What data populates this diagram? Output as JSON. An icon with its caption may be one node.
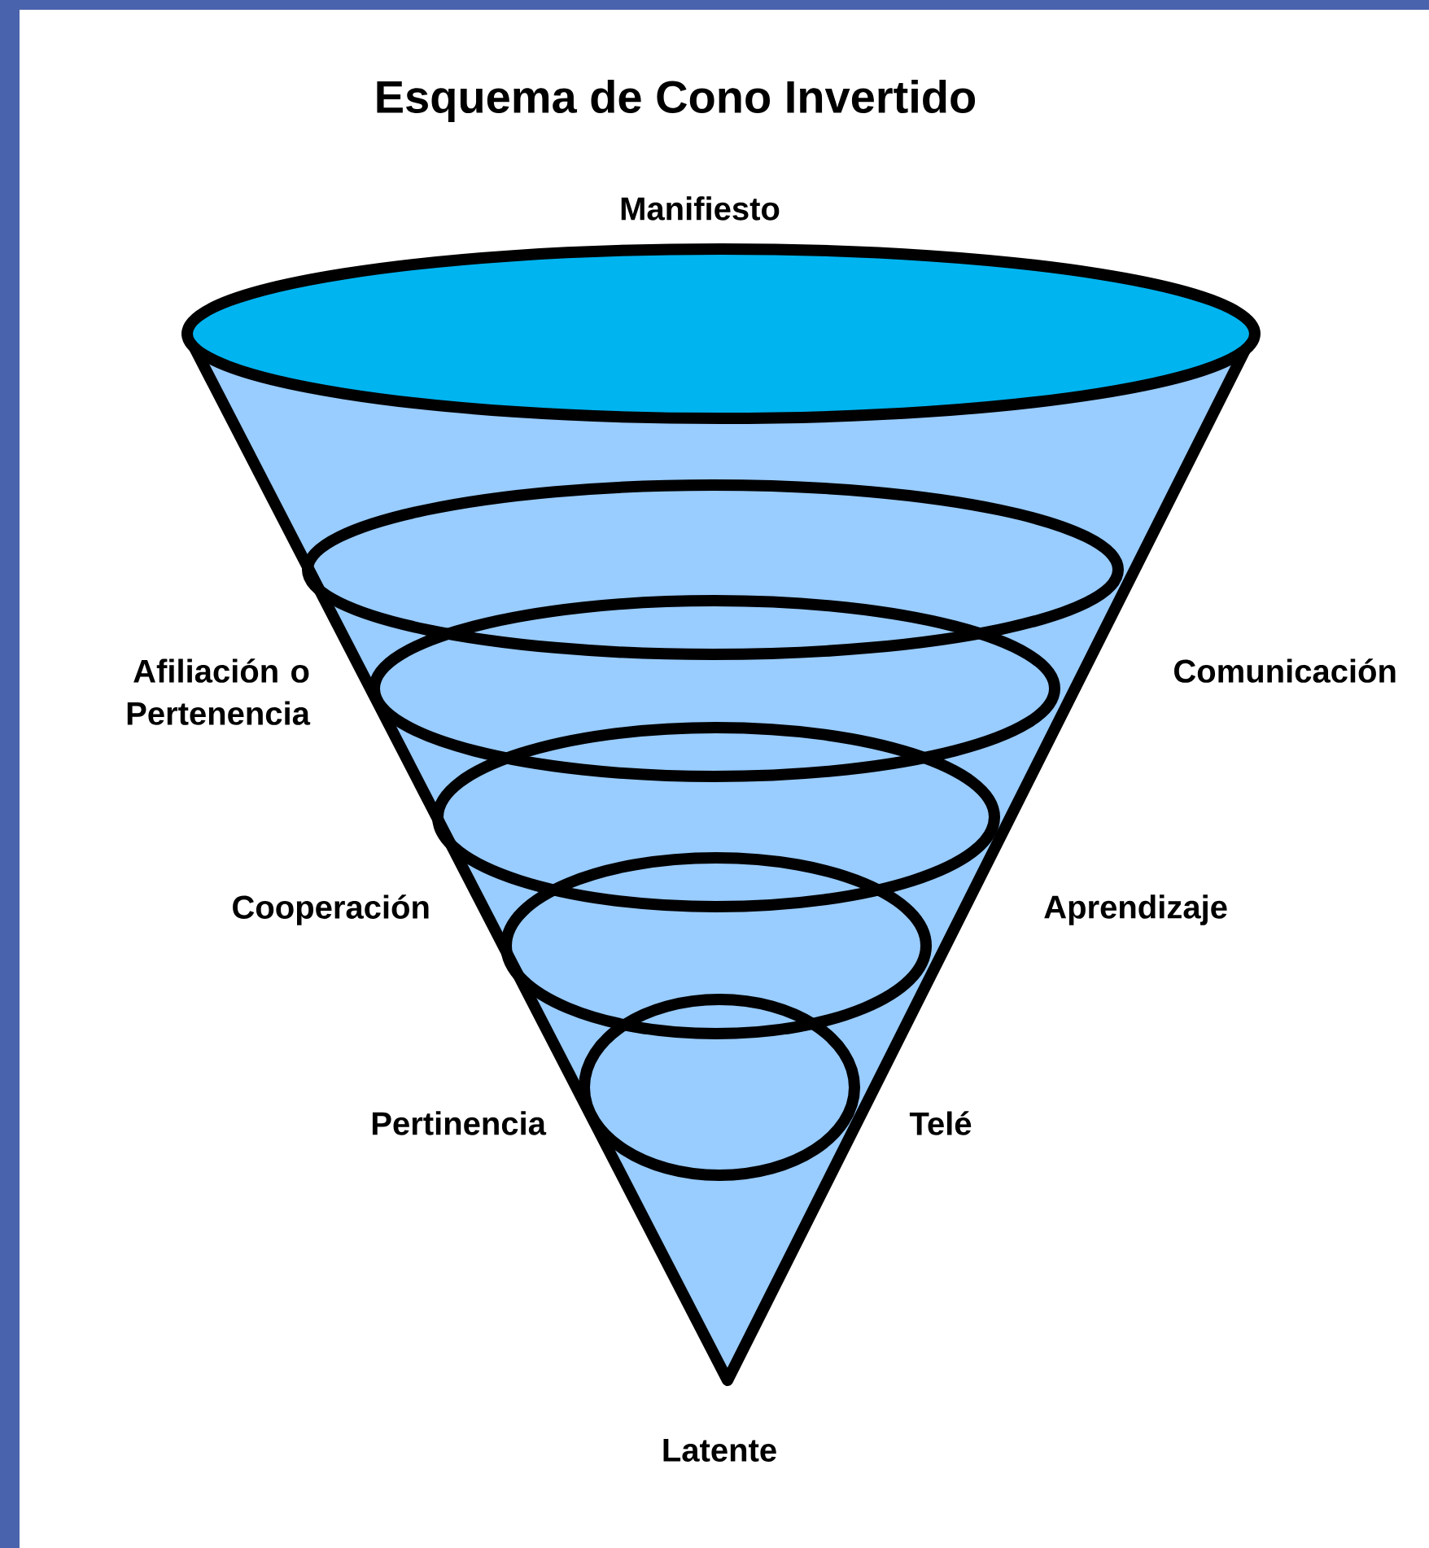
{
  "diagram": {
    "title": "Esquema de Cono Invertido",
    "labels": [
      "Manifiesto",
      "Afiliación o Pertenencia",
      "Comunicación",
      "Cooperación",
      "Aprendizaje",
      "Pertinencia",
      "Telé",
      "Latente"
    ]
  }
}
